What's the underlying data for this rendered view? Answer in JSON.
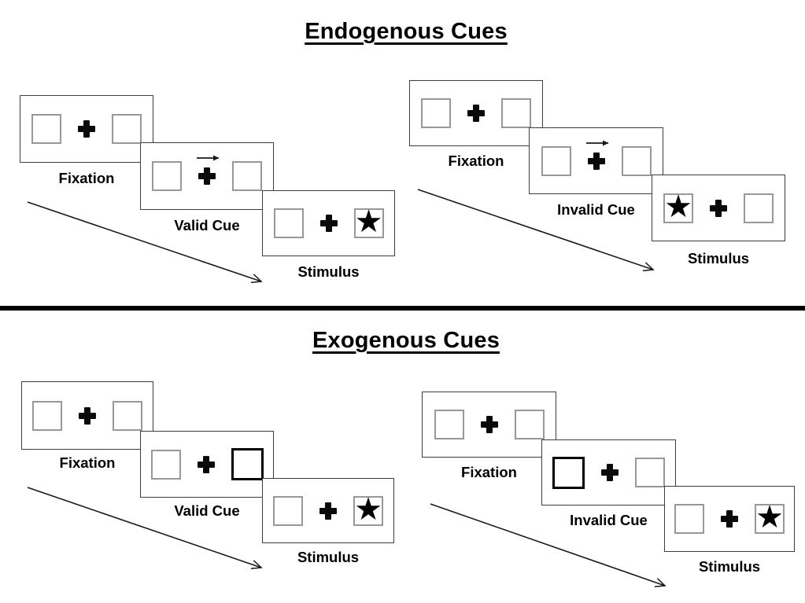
{
  "glyphs": {
    "star": "★"
  },
  "colors": {
    "line": "#1a1a1a",
    "panel_border": "#3d3d3d",
    "box_border": "#989898",
    "highlight_border": "#000000",
    "text": "#000000"
  },
  "sections": [
    {
      "title": "Endogenous Cues",
      "groups": [
        {
          "name": "endogenous-valid",
          "steps": [
            {
              "label": "Fixation",
              "left_box": "empty",
              "right_box": "empty",
              "cue_arrow": false
            },
            {
              "label": "Valid Cue",
              "left_box": "empty",
              "right_box": "empty",
              "cue_arrow": true
            },
            {
              "label": "Stimulus",
              "left_box": "empty",
              "right_box": "star",
              "cue_arrow": false
            }
          ]
        },
        {
          "name": "endogenous-invalid",
          "steps": [
            {
              "label": "Fixation",
              "left_box": "empty",
              "right_box": "empty",
              "cue_arrow": false
            },
            {
              "label": "Invalid Cue",
              "left_box": "empty",
              "right_box": "empty",
              "cue_arrow": true
            },
            {
              "label": "Stimulus",
              "left_box": "star",
              "right_box": "empty",
              "cue_arrow": false
            }
          ]
        }
      ]
    },
    {
      "title": "Exogenous Cues",
      "groups": [
        {
          "name": "exogenous-valid",
          "steps": [
            {
              "label": "Fixation",
              "left_box": "empty",
              "right_box": "empty",
              "cue_arrow": false
            },
            {
              "label": "Valid Cue",
              "left_box": "empty",
              "right_box": "highlight",
              "cue_arrow": false
            },
            {
              "label": "Stimulus",
              "left_box": "empty",
              "right_box": "star",
              "cue_arrow": false
            }
          ]
        },
        {
          "name": "exogenous-invalid",
          "steps": [
            {
              "label": "Fixation",
              "left_box": "empty",
              "right_box": "empty",
              "cue_arrow": false
            },
            {
              "label": "Invalid Cue",
              "left_box": "highlight",
              "right_box": "empty",
              "cue_arrow": false
            },
            {
              "label": "Stimulus",
              "left_box": "empty",
              "right_box": "star",
              "cue_arrow": false
            }
          ]
        }
      ]
    }
  ]
}
